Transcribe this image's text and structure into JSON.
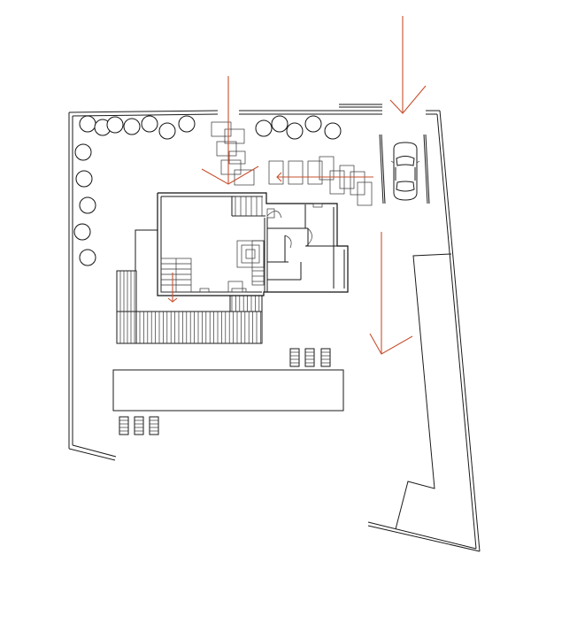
{
  "drawing": {
    "kind": "site plan",
    "annotation_color": "#c8502f",
    "line_color": "#111111",
    "background": "#ffffff",
    "elements": [
      "site-boundary",
      "row-of-trees",
      "stepping-stones",
      "house-floor-plan",
      "wooden-deck",
      "parked-car",
      "driveway-ramp",
      "long-table",
      "chairs",
      "flow-arrows"
    ]
  }
}
